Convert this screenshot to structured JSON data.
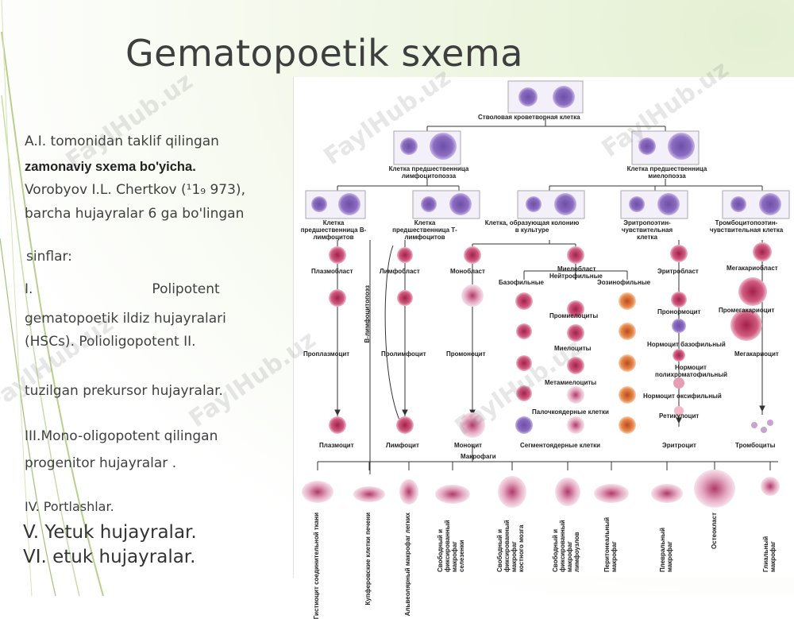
{
  "slide": {
    "title": "Gematopoetik sxema",
    "lines": [
      "A.I. tomonidan taklif qilingan",
      "zamonaviy sxema bo'yicha.",
      "Vorobyov I.L. Chertkov (¹1₉ 973),",
      "barcha  hujayralar 6 ga bo'lingan",
      "sinflar:",
      "gematopoetik ildiz hujayralari",
      "(HSCs).  Polioligopotent II.",
      "tuzilgan prekursor hujayralar.",
      "III.Mono-oligopotent qilingan",
      "progenitor  hujayralar .",
      "IV.  Portlashlar.",
      "V.  Yetuk hujayralar.",
      "VI.  etuk hujayralar."
    ],
    "class_one_prefix": "I.",
    "class_one_word": "Polipotent",
    "watermark": "FaylHub.uz"
  },
  "diagram": {
    "stem": "Стволовая кроветворная клетка",
    "lymph_pre": "Клетка предшественница лимфоцитопоэза",
    "myelo_pre": "Клетка предшественница миелопоэза",
    "b_pre": "Клетка предшественница В-лимфоцитов",
    "t_pre": "Клетка предшественница Т-лимфоцитов",
    "cfu": "Клетка, образующая колонию в культуре",
    "ery_sens": "Эритропоэтин-чувствительная клетка",
    "thr_sens": "Тромбоцитопоэтин-чувствительная клетка",
    "b_lymphopoiesis": "В-лимфоцитопоэз",
    "plasmablast": "Плазмобласт",
    "lymphoblast": "Лимфобласт",
    "monoblast": "Монобласт",
    "myeloblast": "Миелобласт",
    "neutrophilic": "Нейтрофильные",
    "basophilic": "Базофильные",
    "eosinophilic": "Эозинофильные",
    "erythroblast": "Эритробласт",
    "megakaryoblast": "Мегакариобласт",
    "promyelocytes": "Промиелоциты",
    "pronormocyte": "Пронормоцит",
    "promegakaryocyte": "Промегакариоцит",
    "myelocytes": "Миелоциты",
    "normocyte_baso": "Нормоцит базофильный",
    "proplasmocyte": "Проплазмоцит",
    "prolymphocyte": "Пролимфоцит",
    "promonocyte": "Промоноцит",
    "normocyte_poly": "Нормоцит полихроматофильный",
    "megakaryocyte": "Мегакариоцит",
    "metamyelocytes": "Метамиелоциты",
    "normocyte_oxy": "Нормоцит оксифильный",
    "band": "Палочкоядерные клетки",
    "reticulocyte": "Ретикулоцит",
    "plasmocyte": "Плазмоцит",
    "lymphocyte": "Лимфоцит",
    "monocyte": "Моноцит",
    "segmented": "Сегментоядерные клетки",
    "erythrocyte": "Эритроцит",
    "platelets": "Тромбоциты",
    "macrophages": "Макрофаги",
    "macro_types": [
      "Гистиоцит соединительной ткани",
      "Купферовские клетки печени",
      "Альвеолярный макрофаг легких",
      "Свободный и фиксированный макрофаг селезенки",
      "Свободный и фиксированный макрофаг костного мозга",
      "Свободный и фиксированный макрофаг лимфоузлов",
      "Перитонеальный макрофаг",
      "Плевральный макрофаг",
      "Остеокласт",
      "Глиальный макрофаг"
    ]
  }
}
